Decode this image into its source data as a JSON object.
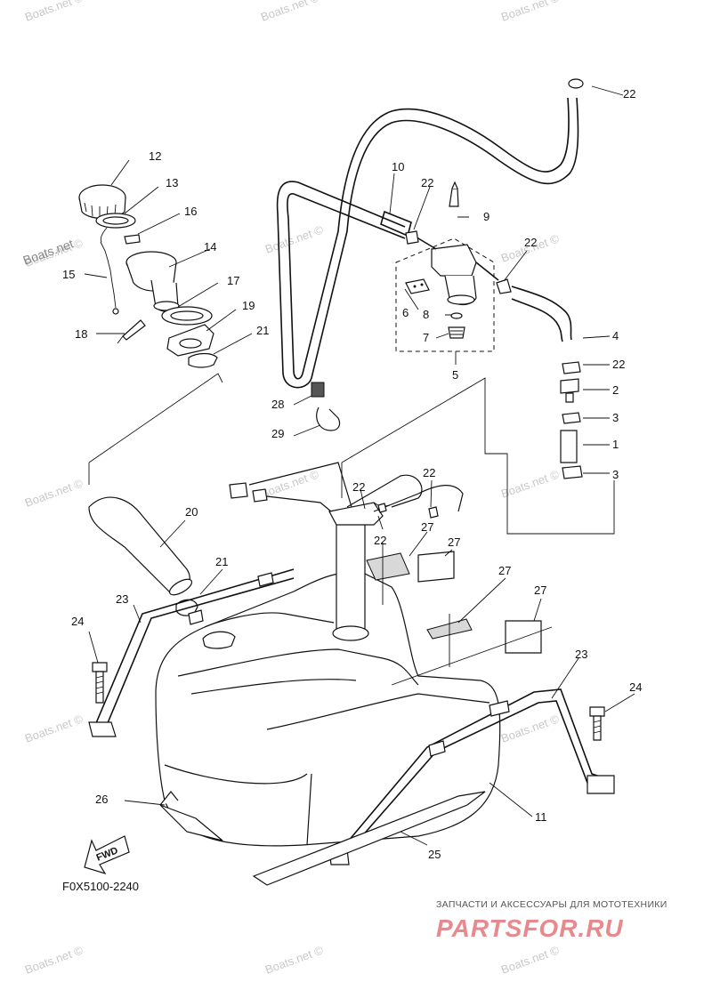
{
  "diagram_code": "F0X5100-2240",
  "direction_label": "FWD",
  "watermark_text": "Boats.net ©",
  "watermark_prominent": "Boats.net",
  "brand": {
    "tagline": "ЗАПЧАСТИ И АКСЕССУАРЫ ДЛЯ МОТОТЕХНИКИ",
    "logo": "PARTSFOR.RU"
  },
  "callouts": {
    "p1": "1",
    "p2": "2",
    "p3a": "3",
    "p3b": "3",
    "p4": "4",
    "p5": "5",
    "p6": "6",
    "p7": "7",
    "p8": "8",
    "p9": "9",
    "p10": "10",
    "p11": "11",
    "p12": "12",
    "p13": "13",
    "p14": "14",
    "p15": "15",
    "p16": "16",
    "p17": "17",
    "p18": "18",
    "p19": "19",
    "p20": "20",
    "p21a": "21",
    "p21b": "21",
    "p22a": "22",
    "p22b": "22",
    "p22c": "22",
    "p22d": "22",
    "p22e": "22",
    "p22f": "22",
    "p22g": "22",
    "p23a": "23",
    "p23b": "23",
    "p24a": "24",
    "p24b": "24",
    "p25": "25",
    "p26": "26",
    "p27a": "27",
    "p27b": "27",
    "p27c": "27",
    "p27d": "27",
    "p28": "28",
    "p29": "29"
  },
  "colors": {
    "line": "#111111",
    "watermark": "#c8c8c8",
    "brand_logo": "#e8898e"
  }
}
